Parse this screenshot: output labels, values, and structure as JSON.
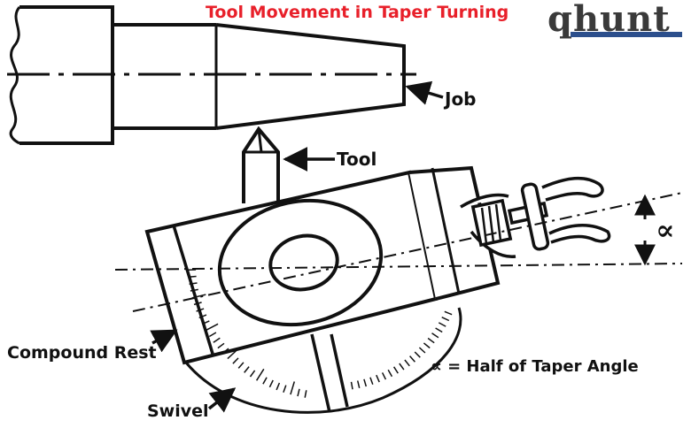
{
  "title": "Tool Movement in Taper Turning",
  "logo": {
    "text": "qhunt"
  },
  "labels": {
    "job": "Job",
    "tool": "Tool",
    "compound_rest": "Compound Rest",
    "swivel": "Swivel",
    "alpha": "∝",
    "legend": "∝ = Half of Taper Angle"
  },
  "colors": {
    "title": "#e8202a",
    "ink": "#111111",
    "logo_bar": "#2c4f8c"
  }
}
